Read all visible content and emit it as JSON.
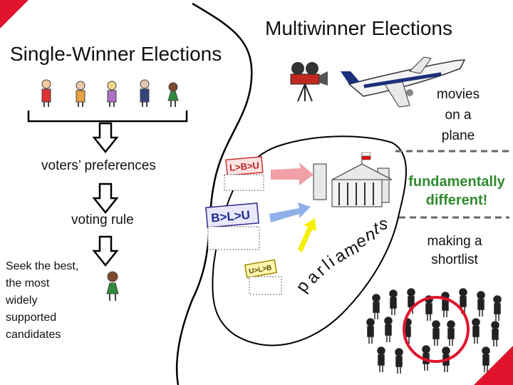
{
  "left": {
    "title": "Single-Winner Elections",
    "step1": "voters’ preferences",
    "step2": "voting rule",
    "result": [
      "Seek the best,",
      "the most",
      "widely",
      "supported",
      "candidates"
    ]
  },
  "right": {
    "title": "Multiwinner Elections",
    "movies": [
      "movies",
      "on a",
      "plane"
    ],
    "fundamental": [
      "fundamentally",
      "different!"
    ],
    "shortlist": [
      "making a",
      "shortlist"
    ],
    "parliaments_letters": [
      "p",
      "a",
      "r",
      "l",
      "i",
      "a",
      "m",
      "e",
      "n",
      "t",
      "s"
    ]
  },
  "banners": {
    "b1": "L>B>U",
    "b2": "B>L>U",
    "b3": "U>L>B"
  },
  "colors": {
    "accent_red": "#e0142c",
    "green_text": "#2e8b2e",
    "pink_arrow": "#f2a0a8",
    "blue_arrow": "#8fb0e8",
    "yellow_arrow": "#f5f000",
    "dashed": "#666666"
  }
}
